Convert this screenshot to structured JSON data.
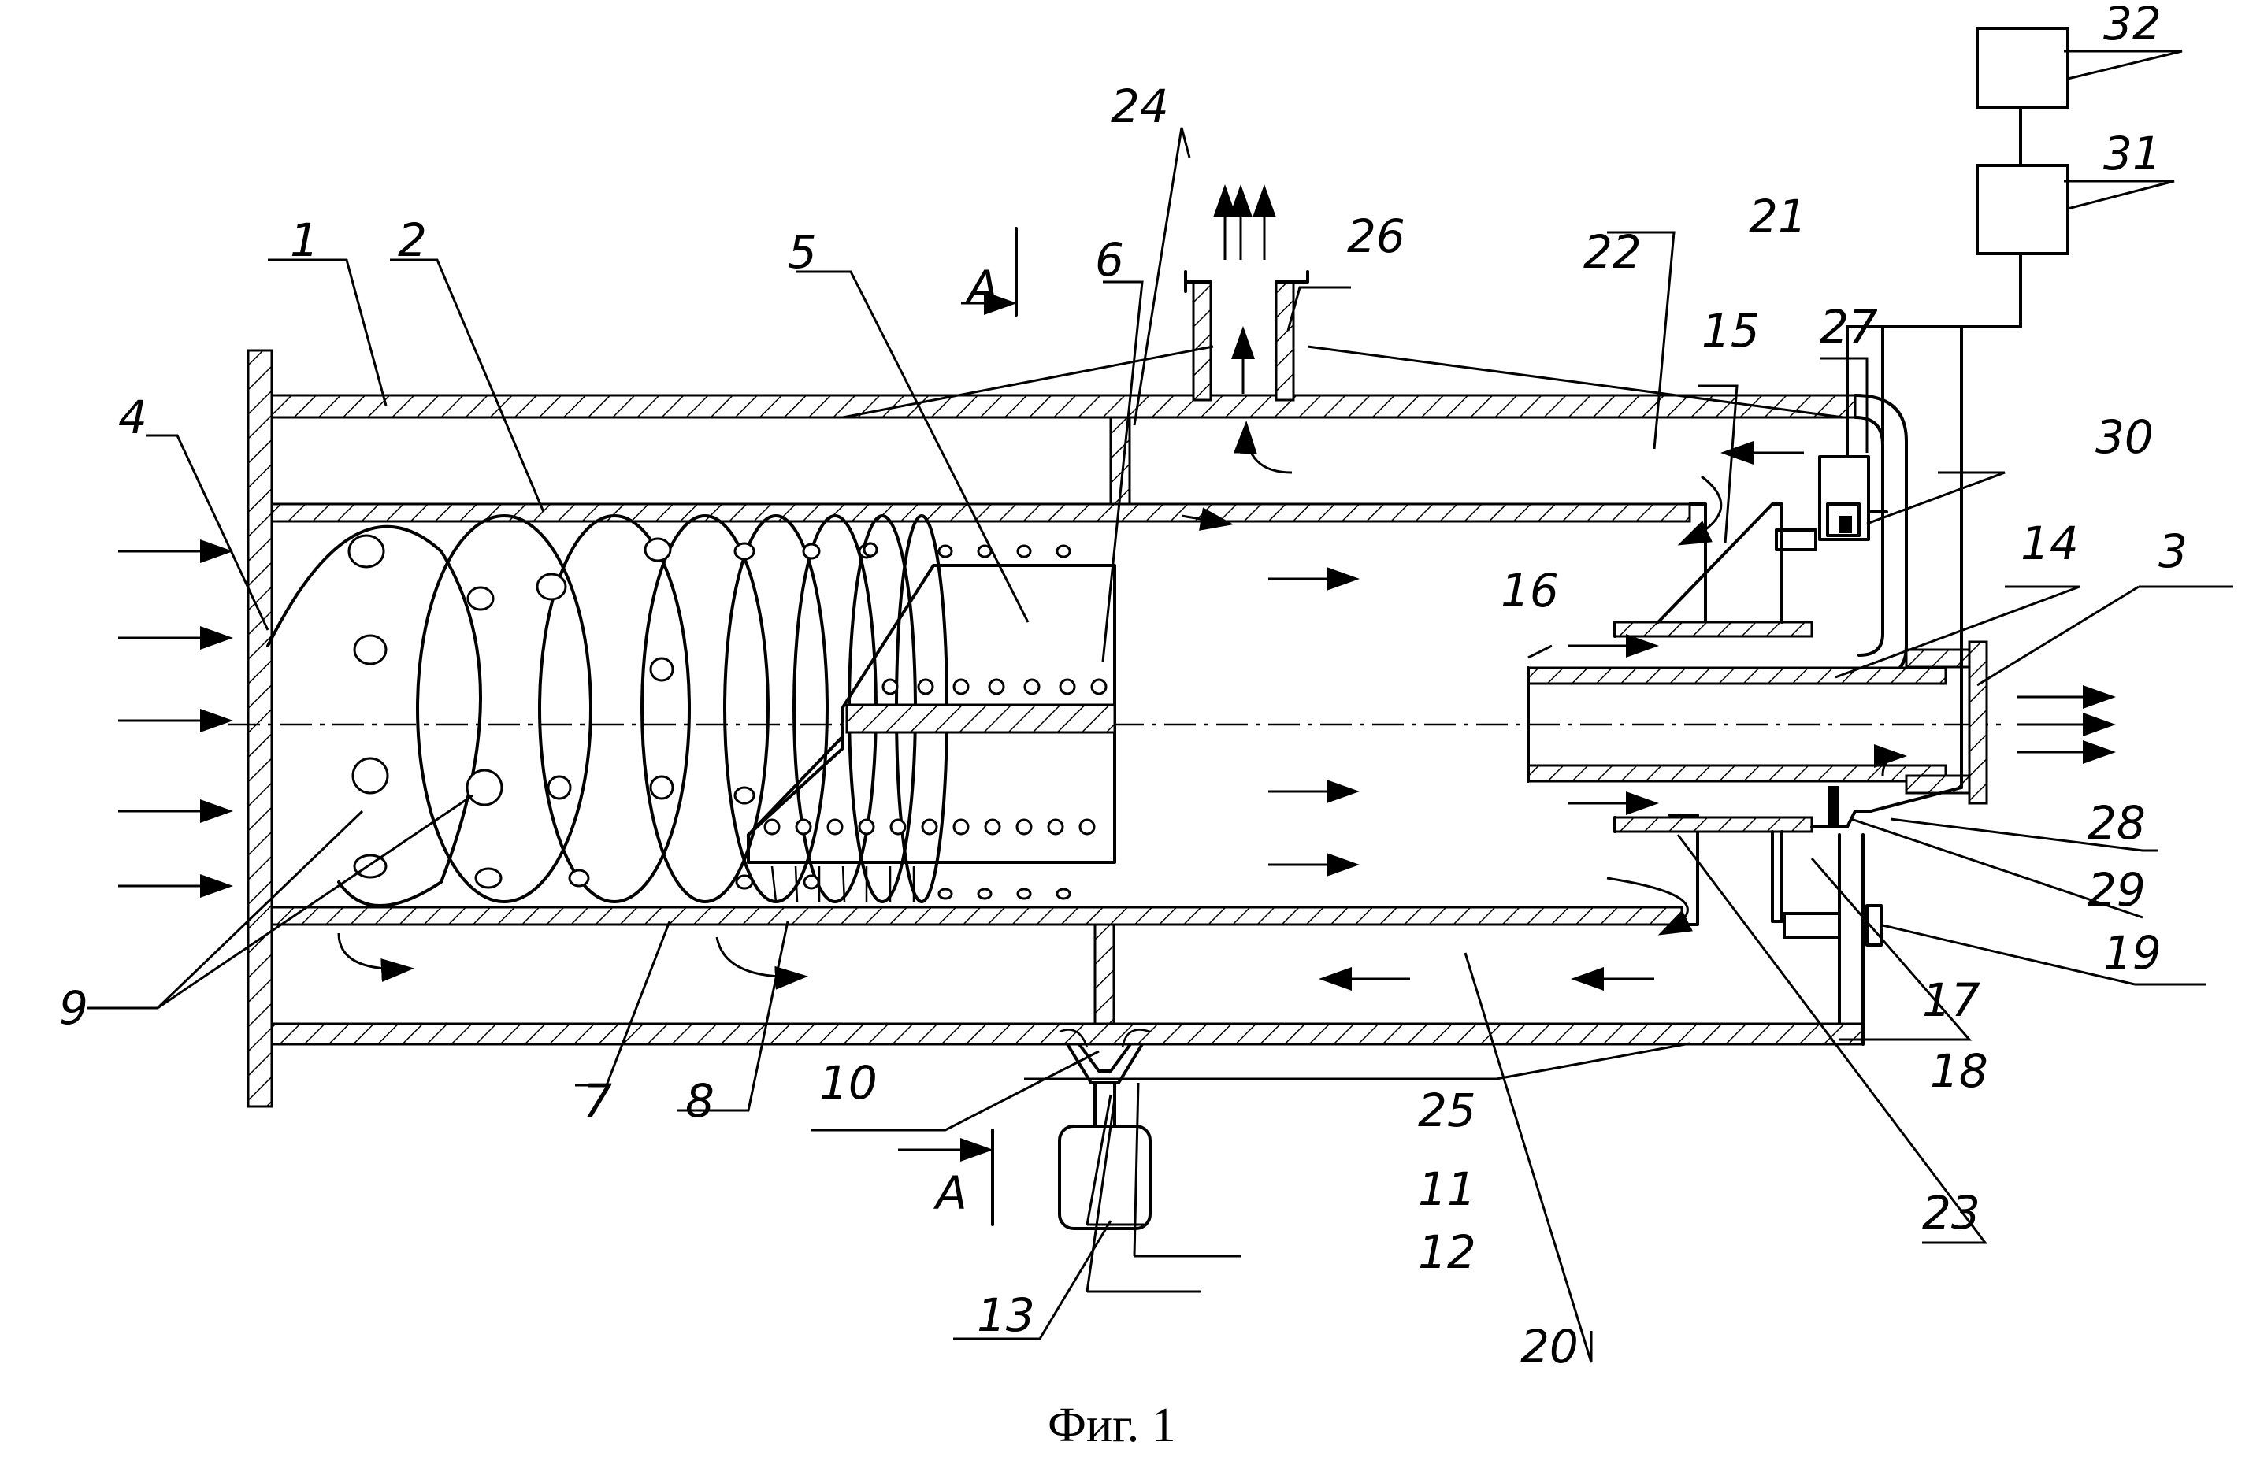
{
  "figure": {
    "caption": "Фиг. 1",
    "section_mark": "А",
    "labels": {
      "l1": "1",
      "l2": "2",
      "l3": "3",
      "l4": "4",
      "l5": "5",
      "l6": "6",
      "l7": "7",
      "l8": "8",
      "l9": "9",
      "l10": "10",
      "l11": "11",
      "l12": "12",
      "l13": "13",
      "l14": "14",
      "l15": "15",
      "l16": "16",
      "l17": "17",
      "l18": "18",
      "l19": "19",
      "l20": "20",
      "l21": "21",
      "l22": "22",
      "l23": "23",
      "l24": "24",
      "l25": "25",
      "l26": "26",
      "l27": "27",
      "l28": "28",
      "l29": "29",
      "l30": "30",
      "l31": "31",
      "l32": "32"
    }
  }
}
